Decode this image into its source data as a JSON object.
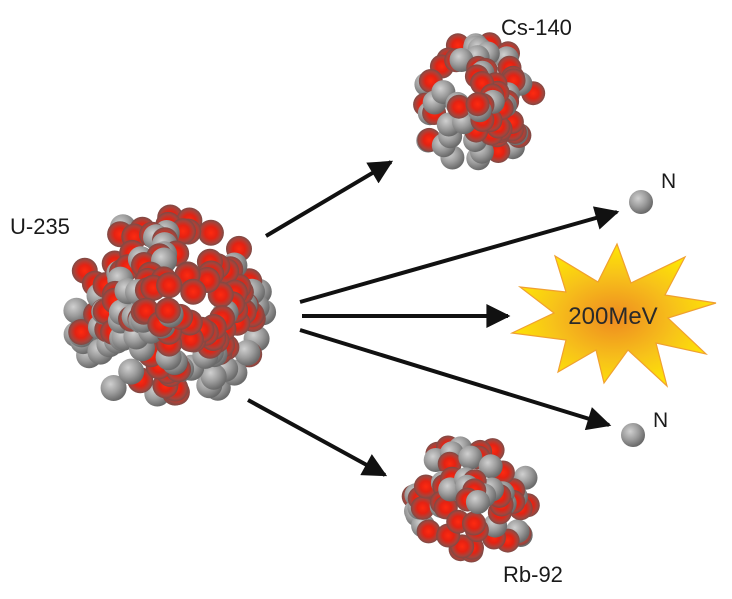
{
  "labels": {
    "uranium": "U-235",
    "cesium": "Cs-140",
    "rubidium": "Rb-92",
    "neutron_top": "N",
    "neutron_bottom": "N",
    "energy": "200MeV"
  },
  "colors": {
    "proton": "#e02418",
    "neutron": "#9a9a9a",
    "arrow": "#111111",
    "burst_outer": "#ffe600",
    "burst_inner": "#f08a1a"
  }
}
